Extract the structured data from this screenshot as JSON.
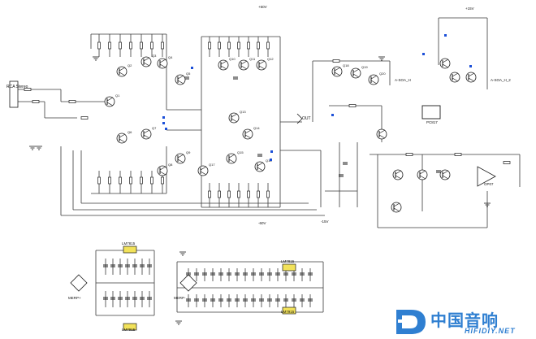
{
  "input": {
    "label": "RCA Stereo"
  },
  "rails": {
    "plus": "+60V",
    "minus": "-60V",
    "plus15": "+15V",
    "minus15": "-15V"
  },
  "output": {
    "label": "OUT"
  },
  "nets": {
    "a": "A-SOA_H",
    "b": "A-SOA_H_2"
  },
  "regulators": {
    "top_left": "LM7815",
    "bottom_left": "LM7915",
    "top_right": "LM7815",
    "bottom_right": "LM7915"
  },
  "ic": {
    "opamp": "OP07",
    "relay_driver": "PC817"
  },
  "psu": {
    "left_caption": "MERP+",
    "right_caption": "MERP-"
  },
  "transistor_labels": [
    "Q1",
    "Q2",
    "Q3",
    "Q4",
    "Q5",
    "Q6",
    "Q7",
    "Q8",
    "Q9",
    "Q10",
    "Q11",
    "Q12",
    "Q13",
    "Q14",
    "Q15",
    "Q16",
    "Q17",
    "Q18",
    "Q19",
    "Q20"
  ],
  "watermark": {
    "cn": "中国音响",
    "en": "HIFIDIY.NET"
  },
  "colors": {
    "wire": "#3a3a3a",
    "part": "#1a1a1a",
    "yellow": "#f2e25a",
    "blue": "#1b4fd8",
    "brand": "#2f7fd1"
  }
}
